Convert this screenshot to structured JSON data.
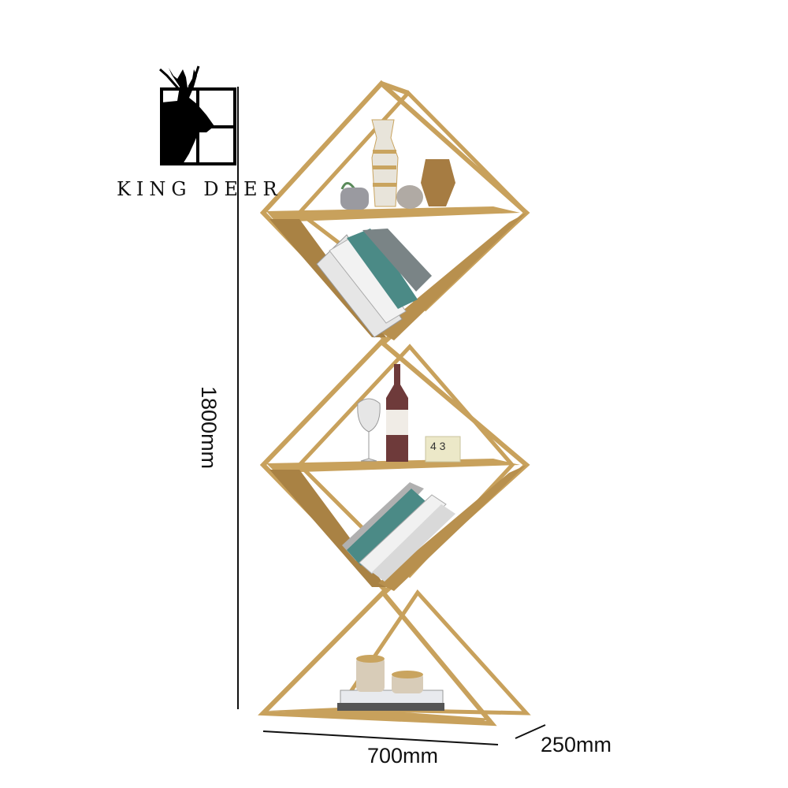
{
  "brand": {
    "name": "KING DEER",
    "logo_icon": "deer-head-window-icon"
  },
  "product": {
    "type": "diamond geometric bookshelf",
    "frame_color": "#c8a15c",
    "shelf_shadow_color": "#a98244",
    "tiers": [
      {
        "position": "top diamond",
        "items": [
          "potted plant",
          "striped vase",
          "small bowl",
          "amber glass vase",
          "book stack"
        ]
      },
      {
        "position": "middle diamond",
        "items": [
          "wine glass",
          "wine bottle",
          "flip calendar 4 3",
          "book stack"
        ]
      },
      {
        "position": "bottom triangle",
        "items": [
          "ceramic jar",
          "short ceramic jar",
          "book stack"
        ]
      }
    ]
  },
  "dimensions": {
    "height": "1800mm",
    "width": "700mm",
    "depth": "250mm"
  },
  "calendar": {
    "digits": "4 3"
  }
}
